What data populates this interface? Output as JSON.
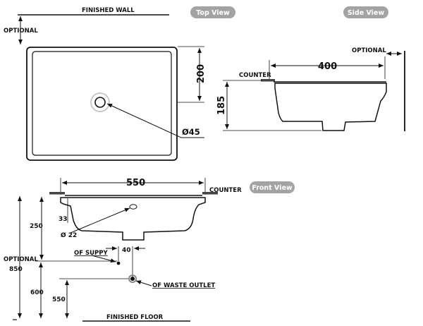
{
  "top_view": {
    "title": "Top View",
    "finished_wall": "FINISHED WALL",
    "optional": "OPTIONAL",
    "depth_dim": "200",
    "drain_diameter": "Ø45"
  },
  "side_view": {
    "title": "Side View",
    "optional": "OPTIONAL",
    "counter": "COUNTER",
    "width_dim": "400",
    "height_dim": "185"
  },
  "front_view": {
    "title": "Front View",
    "counter": "COUNTER",
    "width_dim": "550",
    "lip_dim": "33",
    "bowl_dim": "250",
    "overflow_diameter": "Ø 22",
    "optional": "OPTIONAL",
    "total_dim": "850",
    "supply_label": "OF SUPPY",
    "supply_offset": "40",
    "waste_label": "OF WASTE OUTLET",
    "supply_height": "600",
    "waste_height": "550",
    "finished_floor": "FINISHED FLOOR"
  },
  "colors": {
    "pill_bg": "#a3a3a3",
    "line": "#111111",
    "counter_fill": "#444444"
  }
}
